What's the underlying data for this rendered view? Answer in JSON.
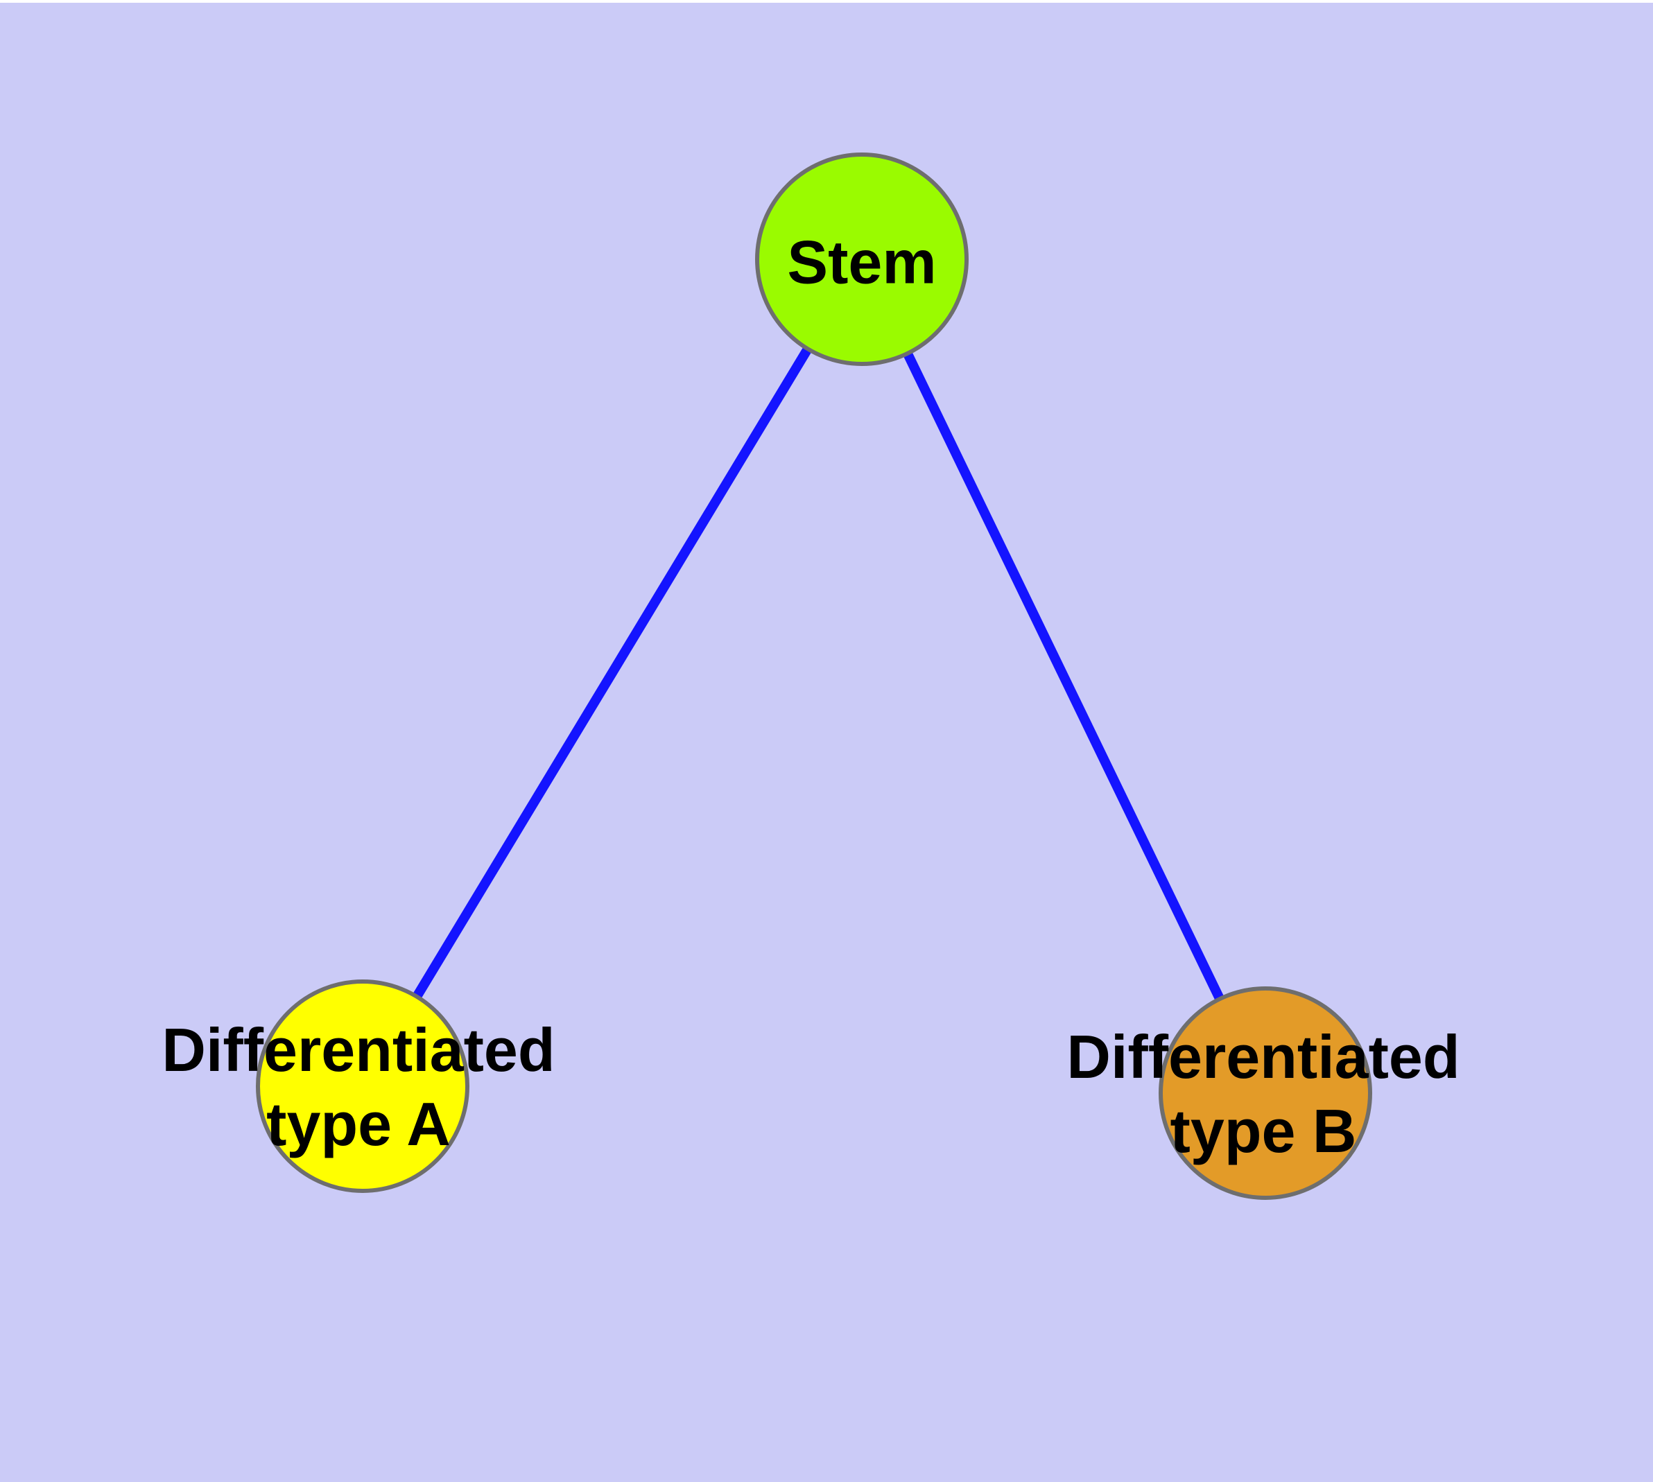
{
  "colors": {
    "background": "#CBCBF7",
    "top_strip": "#FFFFFF",
    "edge": "#1414FF",
    "node_border": "#6E6E6E",
    "label_text": "#000000"
  },
  "nodes": {
    "stem": {
      "label": "Stem",
      "color": "#9AFB00"
    },
    "type_a": {
      "label_line1": "Differentiated",
      "label_line2": "type A",
      "color": "#FFFF00"
    },
    "type_b": {
      "label_line1": "Differentiated",
      "label_line2": "type B",
      "color": "#E39B28"
    }
  },
  "edges": [
    {
      "from": "Stem",
      "to": "Differentiated type A"
    },
    {
      "from": "Stem",
      "to": "Differentiated type B"
    }
  ]
}
